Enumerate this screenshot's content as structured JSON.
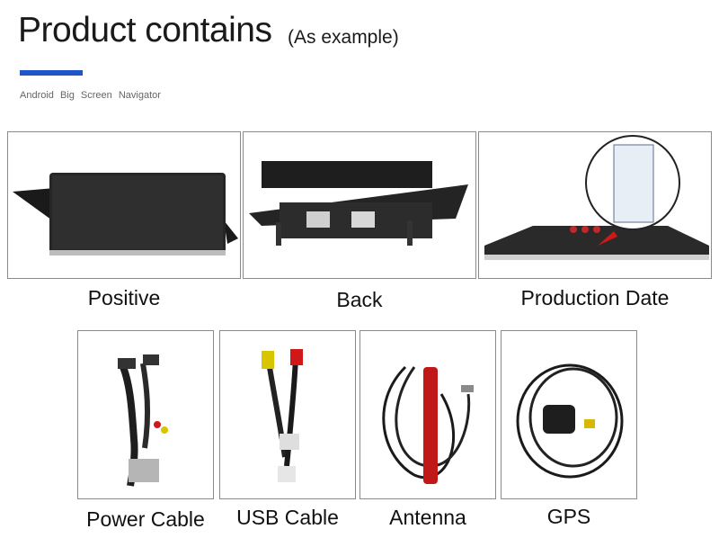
{
  "header": {
    "title": "Product contains",
    "subtitle": "(As example)",
    "tagline": "Android  Big Screen Navigator",
    "accent_color": "#1f55c9"
  },
  "items": [
    {
      "label": "Positive",
      "icon": "screen-front-image"
    },
    {
      "label": "Back",
      "icon": "screen-back-image"
    },
    {
      "label": "Production Date",
      "icon": "production-date-label-image"
    },
    {
      "label": "Power Cable",
      "icon": "power-cable-image"
    },
    {
      "label": "USB Cable",
      "icon": "usb-cable-image"
    },
    {
      "label": "Antenna",
      "icon": "antenna-image"
    },
    {
      "label": "GPS",
      "icon": "gps-antenna-image"
    }
  ]
}
